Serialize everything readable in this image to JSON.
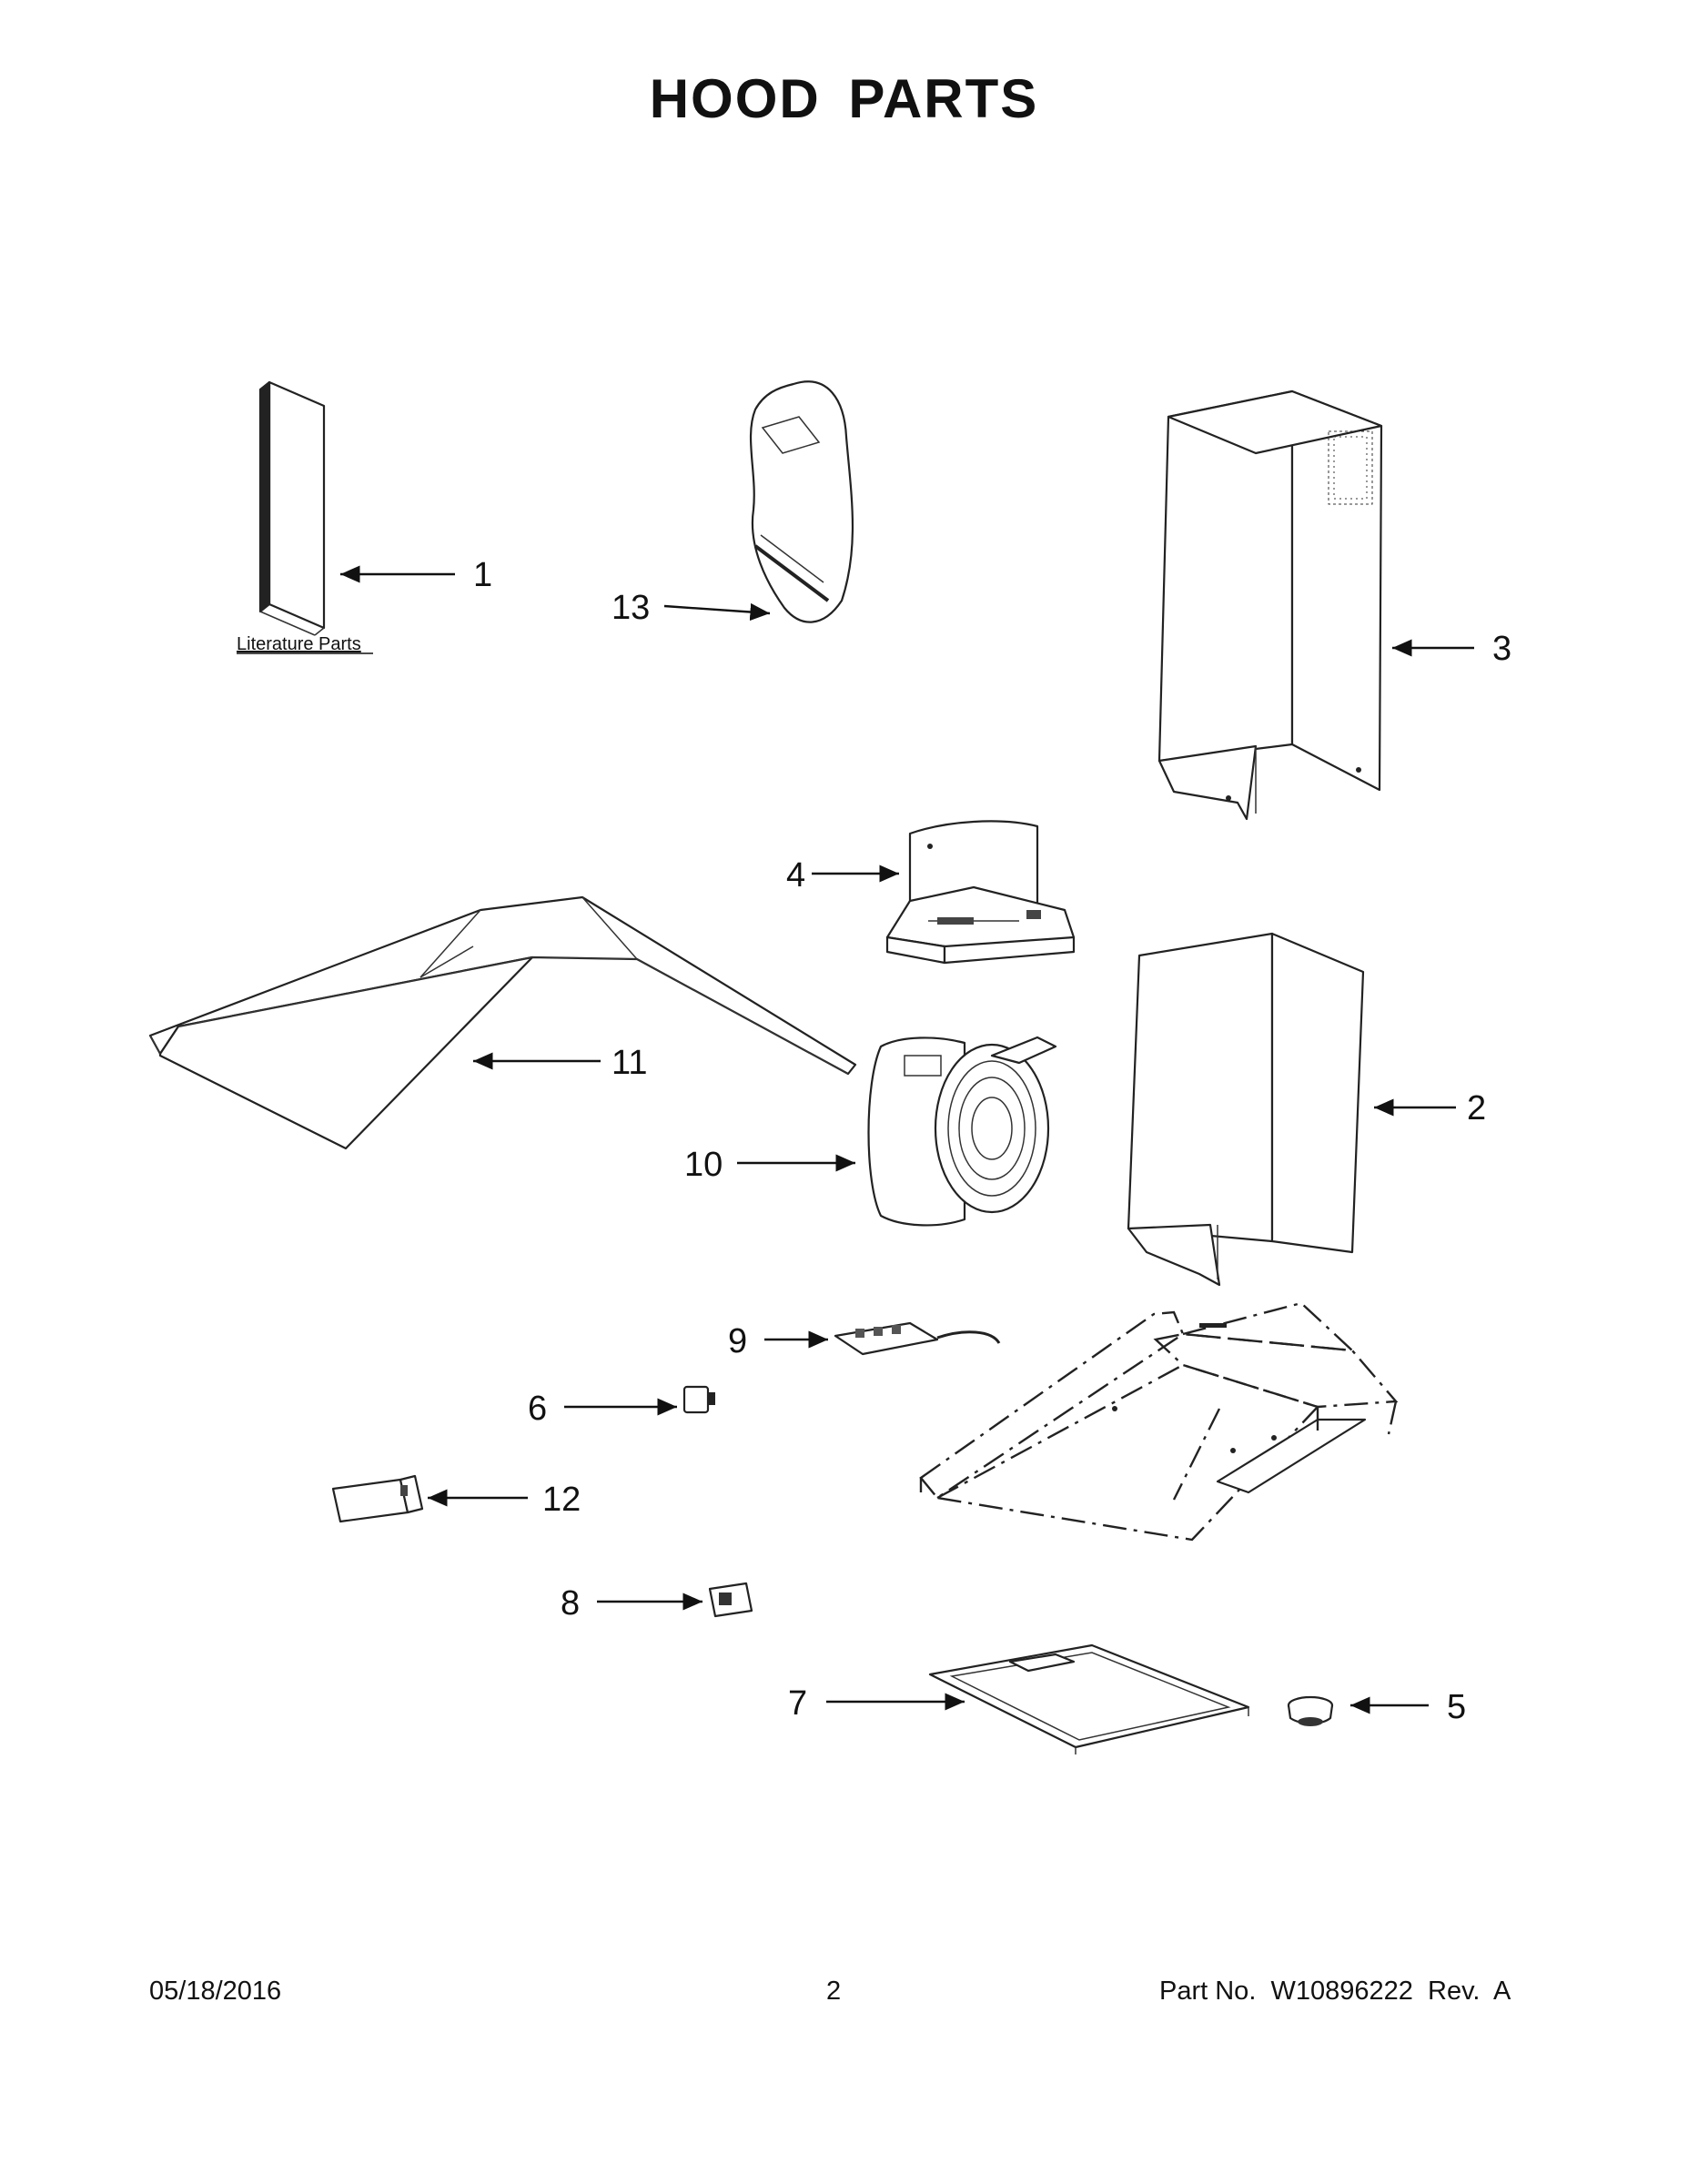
{
  "title": "HOOD PARTS",
  "literature_label": "Literature Parts",
  "callouts": {
    "p1": "1",
    "p2": "2",
    "p3": "3",
    "p4": "4",
    "p5": "5",
    "p6": "6",
    "p7": "7",
    "p8": "8",
    "p9": "9",
    "p10": "10",
    "p11": "11",
    "p12": "12",
    "p13": "13"
  },
  "footer": {
    "date": "05/18/2016",
    "page": "2",
    "part_no": "Part No.  W10896222  Rev.  A"
  }
}
